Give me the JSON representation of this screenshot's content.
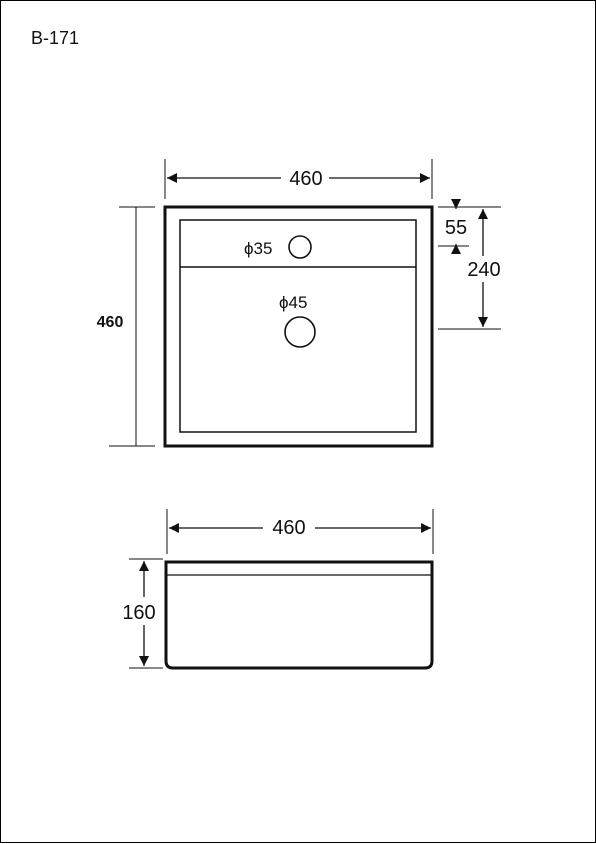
{
  "model_code": "B-171",
  "top_view": {
    "width_label": "460",
    "depth_label": "460",
    "offset_label": "55",
    "offset2_label": "240",
    "tap_hole_label": "ϕ35",
    "drain_hole_label": "ϕ45"
  },
  "front_view": {
    "width_label": "460",
    "height_label": "160"
  },
  "colors": {
    "line": "#111111",
    "background": "#ffffff"
  }
}
